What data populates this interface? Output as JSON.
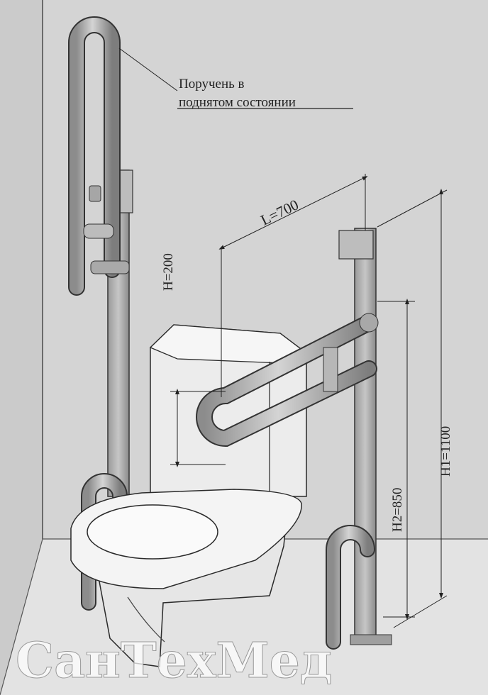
{
  "callout": {
    "line1": "Поручень в",
    "line2": "поднятом состоянии"
  },
  "dimensions": {
    "length": "L=700",
    "height_small": "H=200",
    "height_h2": "H2=850",
    "height_h1": "H1=1100"
  },
  "watermark": "СанТехМед",
  "colors": {
    "wall": "#d6d6d6",
    "floor": "#e2e2e2",
    "line": "#2a2a2a",
    "metal": "#b9b9b9",
    "ceramic": "#f1f1f1"
  }
}
